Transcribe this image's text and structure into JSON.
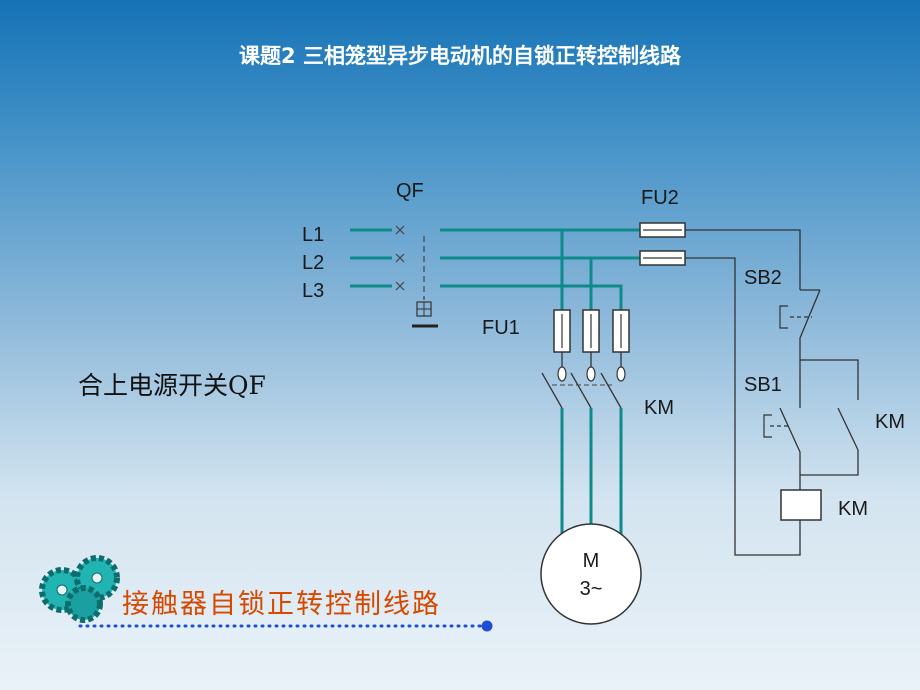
{
  "title": "课题2  三相笼型异步电动机的自锁正转控制线路",
  "caption": "合上电源开关QF",
  "banner": "接触器自锁正转控制线路",
  "labels": {
    "qf": "QF",
    "l1": "L1",
    "l2": "L2",
    "l3": "L3",
    "fu1": "FU1",
    "fu2": "FU2",
    "km_main": "KM",
    "sb2": "SB2",
    "sb1": "SB1",
    "km_aux": "KM",
    "km_coil": "KM",
    "motor_m": "M",
    "motor_phase": "3~"
  },
  "colors": {
    "energized": "#0f8a8a",
    "wire": "#222222",
    "banner": "#d64a00",
    "dots": "#1f4fd0",
    "gear": "#1aa0a0"
  }
}
